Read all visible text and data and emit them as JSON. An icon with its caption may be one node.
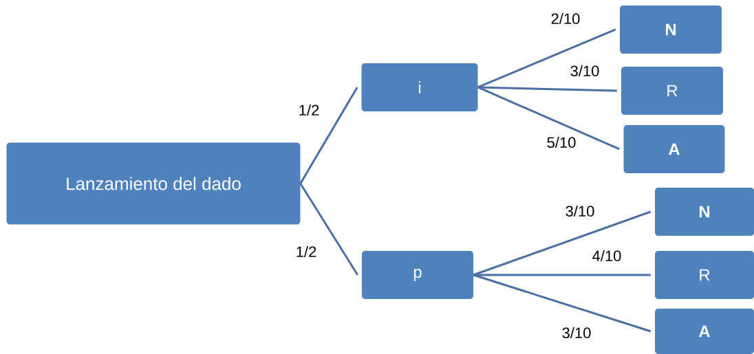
{
  "diagram": {
    "nodes": [
      {
        "text": [
          "Lanzamiento del dado"
        ]
      },
      {
        "text": [
          "i"
        ]
      },
      {
        "text": [
          "N"
        ]
      },
      {
        "text": [
          "R"
        ]
      },
      {
        "text": [
          "A"
        ]
      },
      {
        "text": [
          "p"
        ]
      },
      {
        "text": [
          "N"
        ]
      },
      {
        "text": [
          "R"
        ]
      },
      {
        "text": [
          "A"
        ]
      }
    ],
    "edges": [
      {
        "from": 0,
        "to": 1,
        "arrow": "none",
        "label": "1/2"
      },
      {
        "from": 0,
        "to": 5,
        "arrow": "none",
        "label": "1/2"
      },
      {
        "from": 1,
        "to": 2,
        "arrow": "none",
        "label": "2/10"
      },
      {
        "from": 1,
        "to": 3,
        "arrow": "none",
        "label": "3/10"
      },
      {
        "from": 1,
        "to": 4,
        "arrow": "none",
        "label": "5/10"
      },
      {
        "from": 5,
        "to": 6,
        "arrow": "none",
        "label": "3/10"
      },
      {
        "from": 5,
        "to": 7,
        "arrow": "none",
        "label": "4/10"
      },
      {
        "from": 5,
        "to": 8,
        "arrow": "none",
        "label": "3/10"
      }
    ]
  }
}
